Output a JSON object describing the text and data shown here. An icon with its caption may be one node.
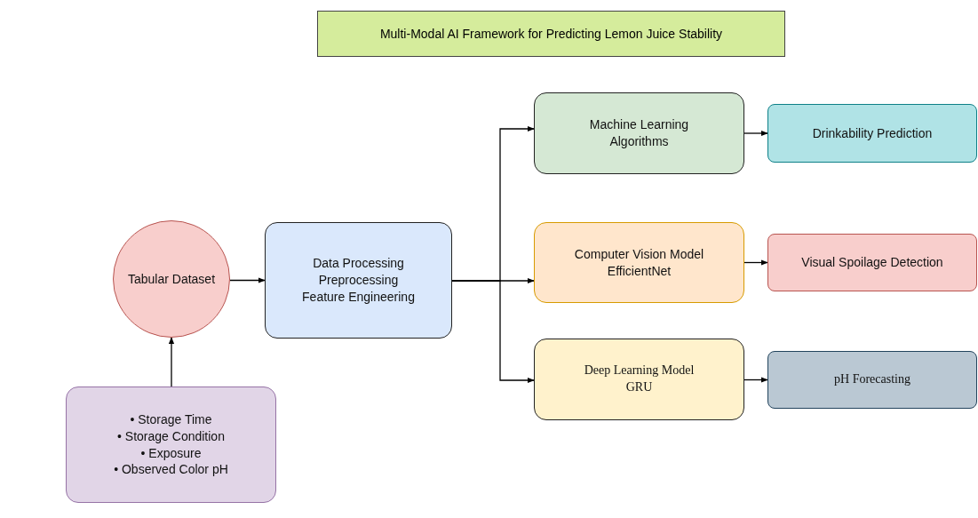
{
  "diagram": {
    "title": "Multi-Modal AI Framework for Predicting Lemon Juice Stability",
    "nodes": [
      {
        "text": [
          "Tabular Dataset"
        ]
      },
      {
        "text": [
          "Data Processing",
          "Preprocessing",
          "Feature Engineering"
        ]
      },
      {
        "text": [
          "Machine Learning Algorithms"
        ]
      },
      {
        "text": [
          "Drinkability Prediction"
        ]
      },
      {
        "text": [
          "Computer Vision Model",
          "EfficientNet"
        ]
      },
      {
        "text": [
          "Visual Spoilage Detection"
        ]
      },
      {
        "text": [
          "Deep Learning Model",
          "GRU"
        ]
      },
      {
        "text": [
          "pH Forecasting"
        ]
      },
      {
        "text": [
          "• Storage Time",
          "• Storage Condition",
          "• Exposure",
          "• Observed Color pH"
        ]
      }
    ],
    "edges": [
      {
        "from": 8,
        "to": 0,
        "arrow": "to"
      },
      {
        "from": 0,
        "to": 1,
        "arrow": "to"
      },
      {
        "from": 1,
        "to": 2,
        "arrow": "to"
      },
      {
        "from": 1,
        "to": 4,
        "arrow": "to"
      },
      {
        "from": 1,
        "to": 6,
        "arrow": "to"
      },
      {
        "from": 2,
        "to": 3,
        "arrow": "to"
      },
      {
        "from": 4,
        "to": 5,
        "arrow": "to"
      },
      {
        "from": 6,
        "to": 7,
        "arrow": "to"
      }
    ]
  }
}
